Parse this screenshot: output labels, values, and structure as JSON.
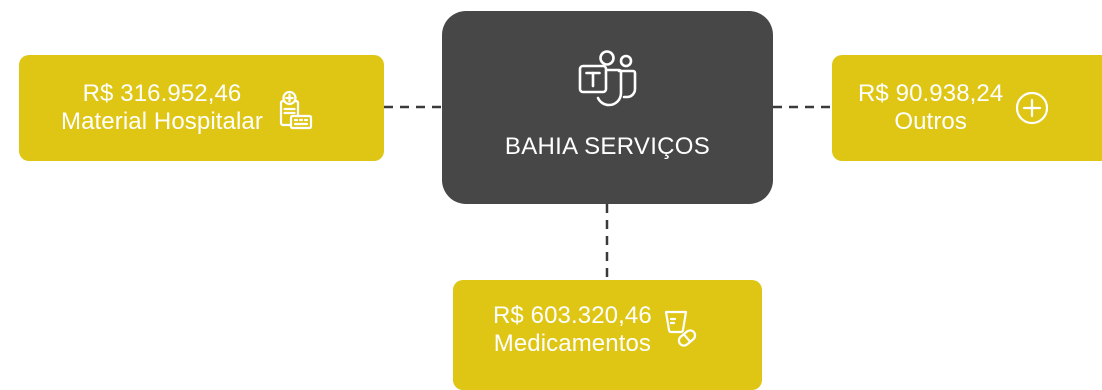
{
  "center": {
    "title": "BAHIA SERVIÇOS",
    "logo_icon": "teams-icon"
  },
  "nodes": [
    {
      "id": "left",
      "value": "R$ 316.952,46",
      "label": "Material Hospitalar",
      "icon": "hospital-supplies-icon"
    },
    {
      "id": "right",
      "value": "R$ 90.938,24",
      "label": "Outros",
      "icon": "plus-circle-icon"
    },
    {
      "id": "bottom",
      "value": "R$ 603.320,46",
      "label": "Medicamentos",
      "icon": "medicine-icon"
    }
  ],
  "colors": {
    "node_fill": "#dfc615",
    "center_fill": "#474747",
    "connector": "#3a3a3a",
    "text": "#ffffff"
  }
}
